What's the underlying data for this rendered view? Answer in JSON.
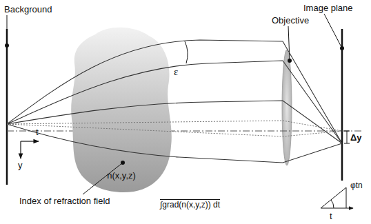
{
  "diagram": {
    "nodes": [
      {
        "text": [
          "n(x,y,z)"
        ]
      }
    ],
    "labels": [
      "Background",
      "Objective",
      "Image plane",
      "ε",
      "Δy",
      "t",
      "y",
      "Index of refraction field",
      "∫grad(n(x,y,z)) dt",
      "φtn",
      "t"
    ]
  }
}
